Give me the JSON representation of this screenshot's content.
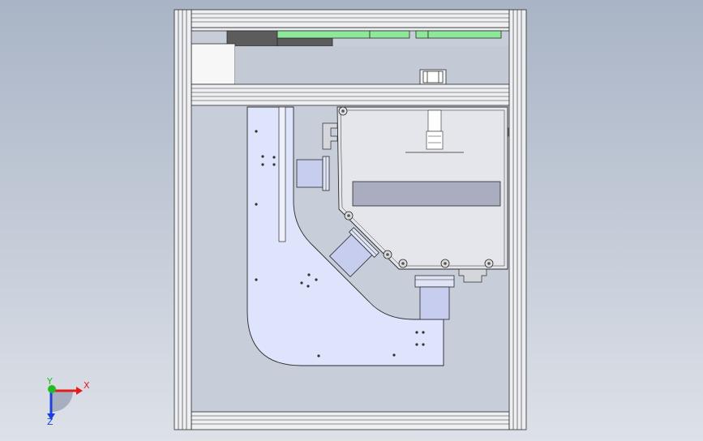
{
  "scene": {
    "background_top": "#a9b4c6",
    "background_bottom": "#dde1e8",
    "frame_color": "#eeeff2",
    "line_color": "#2b2b2b",
    "plate_color": "#dde4fb",
    "panel_color": "#e4e6ec",
    "board_green": "#8ee89a",
    "board_dark": "#5c5c5c",
    "window_gray": "#a9adbf",
    "pipe_color": "#c6cdef"
  },
  "triad": {
    "x_label": "X",
    "y_label": "Y",
    "z_label": "Z",
    "x_color": "#e41b1b",
    "y_color": "#22bb22",
    "z_color": "#1c3fe0"
  }
}
